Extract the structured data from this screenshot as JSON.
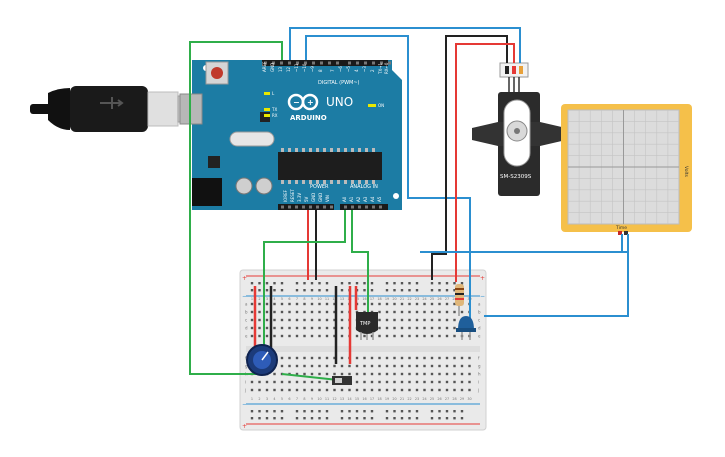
{
  "board": {
    "brand": "ARDUINO",
    "model": "UNO",
    "digital_label": "DIGITAL (PWM~)",
    "power_label": "POWER",
    "analog_label": "ANALOG IN",
    "aref": "AREF",
    "gnd": "GND",
    "d13": "13",
    "d12": "12",
    "d11": "~11",
    "d10": "~10",
    "d9": "~9",
    "d8": "8",
    "d7": "7",
    "d6": "~6",
    "d5": "~5",
    "d4": "4",
    "d3": "~3",
    "d2": "2",
    "tx1": "TX→1",
    "rx0": "RX←0",
    "tx": "TX",
    "rx": "RX",
    "l": "L",
    "on": "ON",
    "ioref": "IOREF",
    "reset": "RESET",
    "v33": "3.3V",
    "v5": "5V",
    "gnd1": "GND",
    "gnd2": "GND",
    "vin": "VIN",
    "a0": "A0",
    "a1": "A1",
    "a2": "A2",
    "a3": "A3",
    "a4": "A4",
    "a5": "A5"
  },
  "servo": {
    "model": "SM-S2309S"
  },
  "oscilloscope": {
    "side_label": "Volts",
    "bottom_label": "Time"
  },
  "temp_sensor": {
    "label": "TMP"
  },
  "breadboard": {
    "columns": [
      "1",
      "2",
      "3",
      "4",
      "5",
      "6",
      "7",
      "8",
      "9",
      "10",
      "11",
      "12",
      "13",
      "14",
      "15",
      "16",
      "17",
      "18",
      "19",
      "20",
      "21",
      "22",
      "23",
      "24",
      "25",
      "26",
      "27",
      "28",
      "29",
      "30"
    ],
    "rows_top": [
      "a",
      "b",
      "c",
      "d",
      "e"
    ],
    "rows_bottom": [
      "f",
      "g",
      "h",
      "i",
      "j"
    ],
    "plus": "+",
    "minus": "−"
  },
  "colors": {
    "board": "#1c7ca4",
    "wire_green": "#2fae4a",
    "wire_blue": "#2b8fd0",
    "wire_black": "#222222",
    "wire_red": "#e53935",
    "scope_frame": "#f5c04a",
    "servo_body": "#2b2b2b"
  }
}
